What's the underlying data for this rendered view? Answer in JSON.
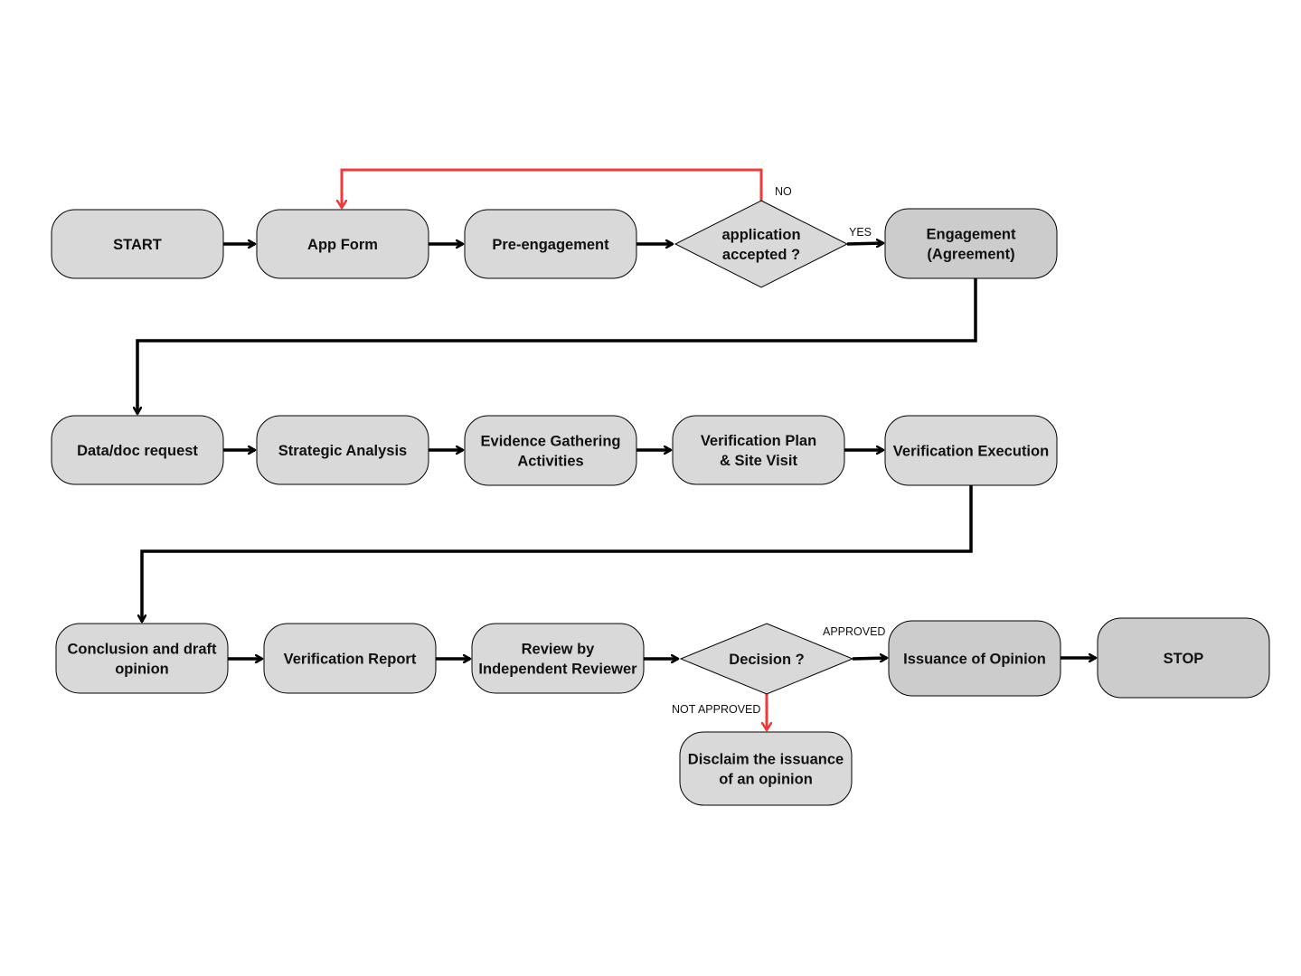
{
  "diagram": {
    "colors": {
      "background": "#ffffff",
      "node_fill": "#d9d9d9",
      "node_fill_dark": "#cccccc",
      "node_stroke": "#000000",
      "arrow_default": "#000000",
      "arrow_negative": "#f03a3a"
    },
    "nodes": [
      {
        "id": "start",
        "shape": "terminal",
        "lines": [
          "START"
        ]
      },
      {
        "id": "app_form",
        "shape": "process",
        "lines": [
          "App Form"
        ]
      },
      {
        "id": "pre_engagement",
        "shape": "process",
        "lines": [
          "Pre-engagement"
        ]
      },
      {
        "id": "application_accepted",
        "shape": "decision",
        "lines": [
          "application",
          "accepted ?"
        ]
      },
      {
        "id": "engagement",
        "shape": "process",
        "lines": [
          "Engagement",
          "(Agreement)"
        ]
      },
      {
        "id": "data_doc_request",
        "shape": "process",
        "lines": [
          "Data/doc request"
        ]
      },
      {
        "id": "strategic_analysis",
        "shape": "process",
        "lines": [
          "Strategic Analysis"
        ]
      },
      {
        "id": "evidence_gathering",
        "shape": "process",
        "lines": [
          "Evidence Gathering",
          "Activities"
        ]
      },
      {
        "id": "verification_plan",
        "shape": "process",
        "lines": [
          "Verification Plan",
          "& Site Visit"
        ]
      },
      {
        "id": "verification_execution",
        "shape": "process",
        "lines": [
          "Verification Execution"
        ]
      },
      {
        "id": "conclusion_draft",
        "shape": "process",
        "lines": [
          "Conclusion and draft",
          "opinion"
        ]
      },
      {
        "id": "verification_report",
        "shape": "process",
        "lines": [
          "Verification Report"
        ]
      },
      {
        "id": "review_independent",
        "shape": "process",
        "lines": [
          "Review by",
          "Independent Reviewer"
        ]
      },
      {
        "id": "decision",
        "shape": "decision",
        "lines": [
          "Decision ?"
        ]
      },
      {
        "id": "issuance_opinion",
        "shape": "process",
        "lines": [
          "Issuance of Opinion"
        ]
      },
      {
        "id": "stop",
        "shape": "terminal",
        "lines": [
          "STOP"
        ]
      },
      {
        "id": "disclaim",
        "shape": "process",
        "lines": [
          "Disclaim the issuance",
          "of an opinion"
        ]
      }
    ],
    "edges": [
      {
        "id": "e1",
        "from": "start",
        "to": "app_form",
        "label": "",
        "color": "black"
      },
      {
        "id": "e2",
        "from": "app_form",
        "to": "pre_engagement",
        "label": "",
        "color": "black"
      },
      {
        "id": "e3",
        "from": "pre_engagement",
        "to": "application_accepted",
        "label": "",
        "color": "black"
      },
      {
        "id": "e4",
        "from": "application_accepted",
        "to": "engagement",
        "label": "YES",
        "color": "black"
      },
      {
        "id": "e5",
        "from": "application_accepted",
        "to": "app_form",
        "label": "NO",
        "color": "red"
      },
      {
        "id": "e6",
        "from": "engagement",
        "to": "data_doc_request",
        "label": "",
        "color": "black"
      },
      {
        "id": "e7",
        "from": "data_doc_request",
        "to": "strategic_analysis",
        "label": "",
        "color": "black"
      },
      {
        "id": "e8",
        "from": "strategic_analysis",
        "to": "evidence_gathering",
        "label": "",
        "color": "black"
      },
      {
        "id": "e9",
        "from": "evidence_gathering",
        "to": "verification_plan",
        "label": "",
        "color": "black"
      },
      {
        "id": "e10",
        "from": "verification_plan",
        "to": "verification_execution",
        "label": "",
        "color": "black"
      },
      {
        "id": "e11",
        "from": "verification_execution",
        "to": "conclusion_draft",
        "label": "",
        "color": "black"
      },
      {
        "id": "e12",
        "from": "conclusion_draft",
        "to": "verification_report",
        "label": "",
        "color": "black"
      },
      {
        "id": "e13",
        "from": "verification_report",
        "to": "review_independent",
        "label": "",
        "color": "black"
      },
      {
        "id": "e14",
        "from": "review_independent",
        "to": "decision",
        "label": "",
        "color": "black"
      },
      {
        "id": "e15",
        "from": "decision",
        "to": "issuance_opinion",
        "label": "APPROVED",
        "color": "black"
      },
      {
        "id": "e16",
        "from": "issuance_opinion",
        "to": "stop",
        "label": "",
        "color": "black"
      },
      {
        "id": "e17",
        "from": "decision",
        "to": "disclaim",
        "label": "NOT APPROVED",
        "color": "red"
      }
    ]
  }
}
